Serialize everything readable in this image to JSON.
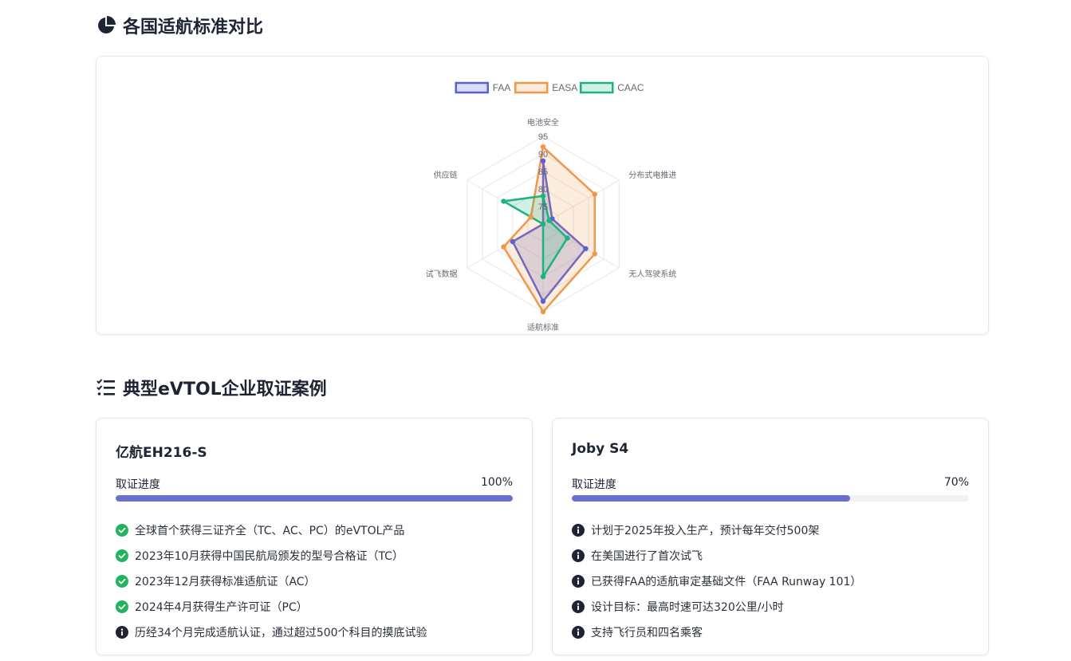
{
  "sections": {
    "chart_title": "各国适航标准对比",
    "cases_title": "典型eVTOL企业取证案例"
  },
  "chart_data": {
    "type": "radar",
    "axes": [
      "电池安全",
      "分布式电推进",
      "无人驾驶系统",
      "适航标准",
      "试飞数据",
      "供应链"
    ],
    "r_ticks": [
      70,
      75,
      80,
      85,
      90,
      95
    ],
    "r_range": [
      70,
      95
    ],
    "grid": true,
    "legend_position": "top",
    "series": [
      {
        "name": "FAA",
        "color": "#5b61d3",
        "fill": "rgba(91,97,211,0.22)",
        "values": [
          88,
          73,
          84,
          92,
          80,
          70
        ]
      },
      {
        "name": "EASA",
        "color": "#f0974a",
        "fill": "rgba(240,151,74,0.18)",
        "values": [
          92,
          87,
          87,
          95,
          83,
          74
        ]
      },
      {
        "name": "CAAC",
        "color": "#1db47c",
        "fill": "rgba(29,180,124,0.20)",
        "values": [
          78,
          72,
          78,
          85,
          70,
          83
        ]
      }
    ]
  },
  "cases": [
    {
      "name": "亿航EH216-S",
      "progress_label": "取证进度",
      "progress_text": "100%",
      "progress": 1.0,
      "items": [
        {
          "icon": "check-circle-icon",
          "text": "全球首个获得三证齐全（TC、AC、PC）的eVTOL产品"
        },
        {
          "icon": "check-circle-icon",
          "text": "2023年10月获得中国民航局颁发的型号合格证（TC）"
        },
        {
          "icon": "check-circle-icon",
          "text": "2023年12月获得标准适航证（AC）"
        },
        {
          "icon": "check-circle-icon",
          "text": "2024年4月获得生产许可证（PC）"
        },
        {
          "icon": "info-circle-icon",
          "text": "历经34个月完成适航认证，通过超过500个科目的摸底试验"
        }
      ]
    },
    {
      "name": "Joby S4",
      "progress_label": "取证进度",
      "progress_text": "70%",
      "progress": 0.7,
      "items": [
        {
          "icon": "info-circle-icon",
          "text": "计划于2025年投入生产，预计每年交付500架"
        },
        {
          "icon": "info-circle-icon",
          "text": "在美国进行了首次试飞"
        },
        {
          "icon": "info-circle-icon",
          "text": "已获得FAA的适航审定基础文件（FAA Runway 101）"
        },
        {
          "icon": "info-circle-icon",
          "text": "设计目标：最高时速可达320公里/小时"
        },
        {
          "icon": "info-circle-icon",
          "text": "支持飞行员和四名乘客"
        }
      ]
    }
  ],
  "colors": {
    "check": "#22b35e",
    "info": "#1e2433",
    "progress": "#6a6fd0"
  }
}
